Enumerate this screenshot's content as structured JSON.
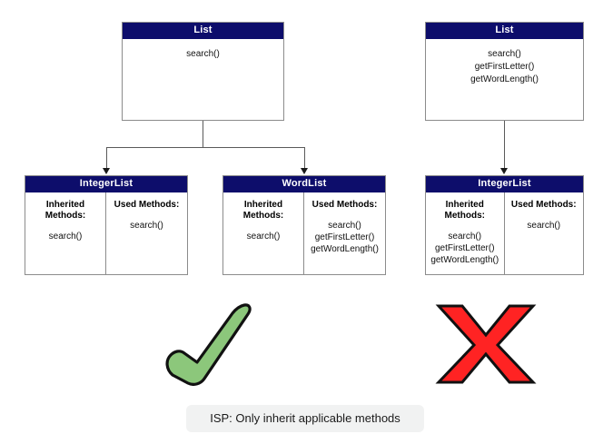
{
  "diagram": {
    "title_text": "ISP: Only inherit applicable methods",
    "colors": {
      "header_navy": "#0d0d6b",
      "box_border": "#8c8c8c",
      "connector": "#5a5a5a",
      "check_green": "#8cc77b",
      "cross_red": "#ff2323",
      "caption_background": "#f1f2f2",
      "background": "#ffffff"
    }
  },
  "good_example": {
    "parent": {
      "name": "List",
      "methods": [
        "search()"
      ]
    },
    "children": [
      {
        "name": "IntegerList",
        "inherited_label": "Inherited",
        "inherited_label_2": "Methods:",
        "inherited_methods": [
          "search()"
        ],
        "used_label": "Used Methods:",
        "used_methods": [
          "search()"
        ]
      },
      {
        "name": "WordList",
        "inherited_label": "Inherited",
        "inherited_label_2": "Methods:",
        "inherited_methods": [
          "search()"
        ],
        "used_label": "Used Methods:",
        "used_methods": [
          "search()",
          "getFirstLetter()",
          "getWordLength()"
        ]
      }
    ],
    "verdict": "check-mark"
  },
  "bad_example": {
    "parent": {
      "name": "List",
      "methods": [
        "search()",
        "getFirstLetter()",
        "getWordLength()"
      ]
    },
    "children": [
      {
        "name": "IntegerList",
        "inherited_label": "Inherited",
        "inherited_label_2": "Methods:",
        "inherited_methods": [
          "search()",
          "getFirstLetter()",
          "getWordLength()"
        ],
        "used_label": "Used Methods:",
        "used_methods": [
          "search()"
        ]
      }
    ],
    "verdict": "cross-mark"
  }
}
